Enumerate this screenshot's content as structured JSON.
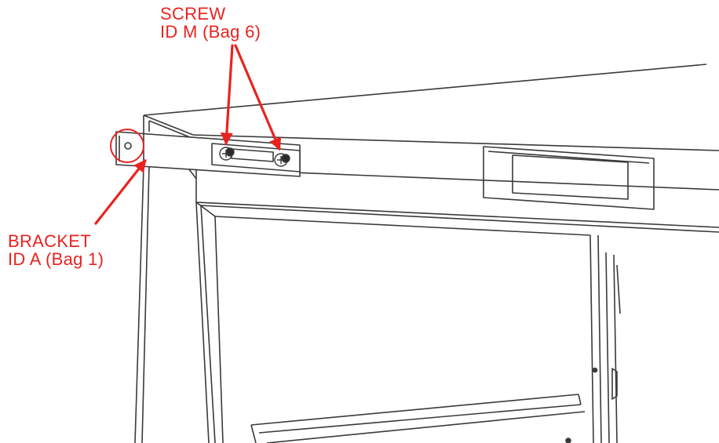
{
  "callouts": {
    "screw": {
      "line1": "SCREW",
      "line2": "ID M (Bag 6)"
    },
    "bracket": {
      "line1": "BRACKET",
      "line2": "ID A (Bag 1)"
    }
  },
  "colors": {
    "callout": "#e8231f",
    "linework": "#3a3a3a",
    "background": "#ffffff"
  }
}
